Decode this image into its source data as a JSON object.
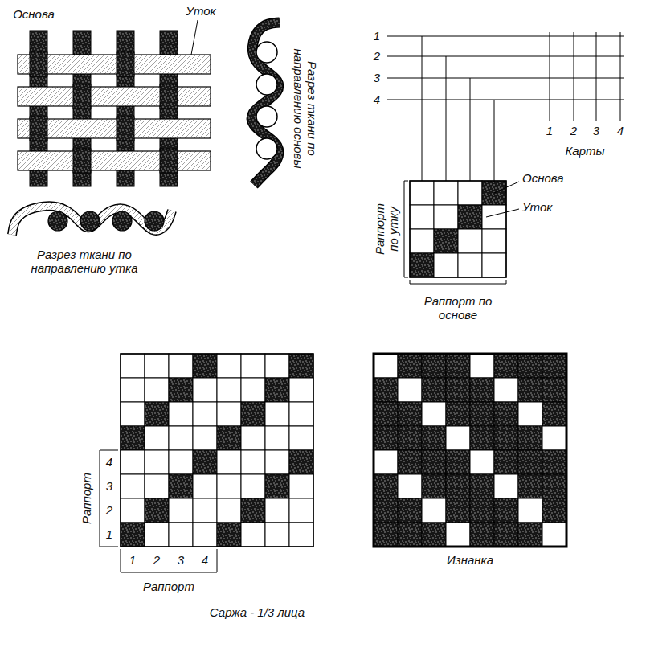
{
  "diagram": {
    "labels": [
      "Основа",
      "Уток",
      "Разрез ткани по направлению основы",
      "Разрез ткани по направлению утка",
      "1",
      "2",
      "3",
      "4",
      "1",
      "2",
      "3",
      "4",
      "Карты",
      "Основа",
      "Уток",
      "Раппорт по утку",
      "Раппорт по основе",
      "4",
      "3",
      "2",
      "1",
      "Раппорт",
      "1",
      "2",
      "3",
      "4",
      "Раппорт",
      "Саржа - 1/3 лица",
      "Изнанка"
    ]
  }
}
